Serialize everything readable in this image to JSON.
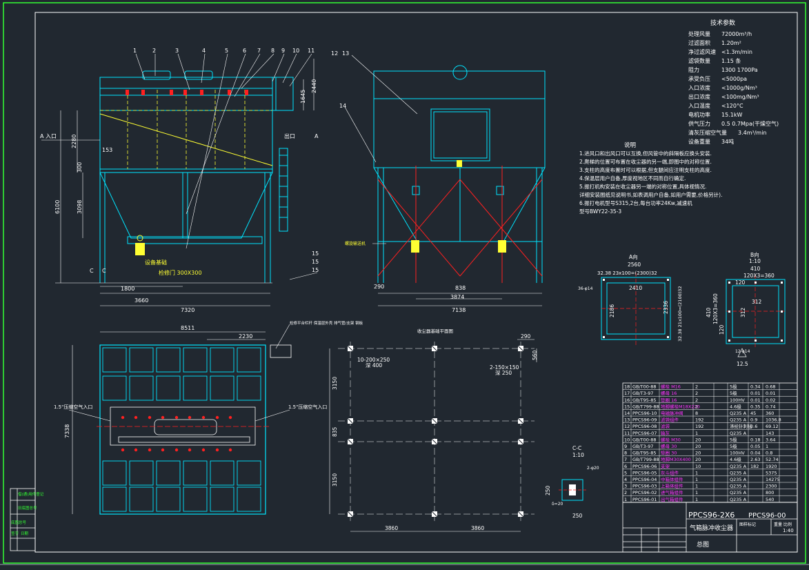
{
  "colors": {
    "background": "#212830",
    "frame": "#33ff33",
    "cyan": "#00e5ff",
    "white": "#ffffff",
    "yellow": "#ffff33",
    "red": "#ff2020",
    "magenta": "#ff33ff"
  },
  "front_view": {
    "callouts": [
      "1",
      "2",
      "3",
      "4",
      "5",
      "6",
      "7",
      "8",
      "9",
      "10",
      "11"
    ],
    "inlet_label": "A 入口",
    "outlet_label": "出口",
    "section_marker": "A",
    "dims": {
      "d2440": "2440",
      "d1645": "1645",
      "d2280": "2280",
      "d153": "153",
      "d300": "300",
      "d6100": "6100",
      "d3098": "3098",
      "d1800": "1800",
      "d3660": "3660",
      "d7320": "7320",
      "d15a": "15",
      "d15b": "15",
      "d15c": "15"
    },
    "cc_left": "C",
    "cc_right": "C",
    "hopper_note": "检修门 300X300",
    "hopper_note2": "设备基础"
  },
  "side_view": {
    "callouts": [
      "12",
      "13",
      "14"
    ],
    "dims": {
      "d290": "290",
      "d838": "838",
      "d3874": "3874",
      "d7138": "7138"
    },
    "left_label": "螺旋输送机"
  },
  "tech": {
    "title": "技术参数",
    "rows": [
      {
        "k": "处理风量",
        "v": "72000m³/h"
      },
      {
        "k": "过滤面积",
        "v": "1.20m²"
      },
      {
        "k": "净过滤风速",
        "v": "<1.3m/min"
      },
      {
        "k": "滤袋数量",
        "v": "1.15 条"
      },
      {
        "k": "阻力",
        "v": "1300 1700Pa"
      },
      {
        "k": "承受负压",
        "v": "<5000pa"
      },
      {
        "k": "入口浓度",
        "v": "<1000g/Nm³"
      },
      {
        "k": "出口浓度",
        "v": "<100mg/Nm³"
      },
      {
        "k": "入口温度",
        "v": "<120°C"
      },
      {
        "k": "电机功率",
        "v": "15.1kW"
      },
      {
        "k": "供气压力",
        "v": "0.5 0.7Mpa(干燥空气)"
      },
      {
        "k": "清灰压缩空气量",
        "v": "3.4m³/min"
      },
      {
        "k": "设备重量",
        "v": "34吨"
      }
    ]
  },
  "notes": {
    "title": "说明",
    "lines": [
      "1.进风口和出风口可以互换,但风管中的斜隔板应换头安装.",
      "2.爬梯的位置可布置在收尘器的另一端,即图中的对称位置.",
      "3.支柱的高度布置时可以根据,但支腿间应注明支柱的高度.",
      "4.保温层用户自备,厚度视地区不同而自行确定.",
      "5.振打机构安装在收尘器另一端的对称位置,具体视情况.",
      "   详细安装图纸见说明书,如表调用户自备,如用户需要,价格另计).",
      "6.振打电机型号S315,2台,每台功率24Kw,减速机",
      "   型号BWY22-35-3"
    ]
  },
  "view_a": {
    "title": "A向",
    "dims": {
      "w2560": "2560",
      "w2410": "2410",
      "pitch": "32.38  23x100=(2300)32",
      "h2186": "2186",
      "h2336": "2336",
      "vpitch": "32.38 21x100=(2100)32",
      "left": "36-φ14"
    }
  },
  "view_b": {
    "title": "B向",
    "scale": "1:10",
    "dims": {
      "w410": "410",
      "pitch": "120X3=360",
      "w120": "120",
      "w312": "312",
      "h410": "410",
      "h312": "312",
      "hpitch": "120X3=360",
      "h120": "120",
      "holes": "12-φ14",
      "rough": "12.5"
    }
  },
  "plan_view": {
    "dims": {
      "d8511": "8511",
      "d2230": "2230",
      "d7338": "7338"
    },
    "air_left": "1.5\"压缩空气入口",
    "air_right": "1.5\"压缩空气入口",
    "top_note": "检修平台栏杆 保温层外壳 排气管/支架 钢板"
  },
  "foundation": {
    "title": "收尘器基础平面图",
    "dims": {
      "d290": "290",
      "d560": "560",
      "d3150a": "3150",
      "d835": "835",
      "d3150b": "3150",
      "d3860a": "3860",
      "d3860b": "3860"
    },
    "bolt1": "10-200×250",
    "bolt1b": "深 400",
    "bolt2": "2-150×150",
    "bolt2b": "深 250"
  },
  "section_cc": {
    "title": "C-C",
    "scale": "1:10",
    "dims": {
      "d250": "250",
      "d250b": "250",
      "d20": "δ=20",
      "holes": "2-φ20"
    }
  },
  "bom": [
    {
      "no": "18",
      "code": "GB/T00-88",
      "name": "螺栓 M16",
      "qty": "2",
      "mat": "5级",
      "w1": "0.34",
      "w2": "0.68"
    },
    {
      "no": "17",
      "code": "GB/T3-97",
      "name": "螺母 16",
      "qty": "2",
      "mat": "5级",
      "w1": "0.01",
      "w2": "0.01"
    },
    {
      "no": "16",
      "code": "GB/T95-85",
      "name": "垫圈 16",
      "qty": "2",
      "mat": "100HV",
      "w1": "0.01",
      "w2": "0.02"
    },
    {
      "no": "15",
      "code": "GB/T799-88",
      "name": "地脚螺栓M18X220",
      "qty": "2",
      "mat": "4.6级",
      "w1": "0.35",
      "w2": "0.74"
    },
    {
      "no": "14",
      "code": "PPCS96-10",
      "name": "电磁脉冲阀",
      "qty": "8",
      "mat": "Q235 A",
      "w1": "45",
      "w2": "360"
    },
    {
      "no": "13",
      "code": "PPCS96-09",
      "name": "滤袋组件",
      "qty": "192",
      "mat": "Q235 A",
      "w1": "0.9",
      "w2": "1036.8"
    },
    {
      "no": "12",
      "code": "PPCS96-08",
      "name": "滤袋",
      "qty": "192",
      "mat": "涤纶针刺毡",
      "w1": "0.6",
      "w2": "69.12"
    },
    {
      "no": "11",
      "code": "PPCS96-07",
      "name": "输灰",
      "qty": "1",
      "mat": "Q235 A",
      "w1": "",
      "w2": "143"
    },
    {
      "no": "10",
      "code": "GB/T00-88",
      "name": "螺栓 M30",
      "qty": "20",
      "mat": "5级",
      "w1": "0.18",
      "w2": "3.64"
    },
    {
      "no": "9",
      "code": "GB/T3-97",
      "name": "螺母 30",
      "qty": "20",
      "mat": "5级",
      "w1": "0.05",
      "w2": "1"
    },
    {
      "no": "8",
      "code": "GB/T95-85",
      "name": "垫圈 30",
      "qty": "20",
      "mat": "100HV",
      "w1": "0.04",
      "w2": "0.8"
    },
    {
      "no": "7",
      "code": "GB/T799-88",
      "name": "地脚M30X400",
      "qty": "20",
      "mat": "4.6级",
      "w1": "2.63",
      "w2": "52.74"
    },
    {
      "no": "6",
      "code": "PPCS96-06",
      "name": "支架",
      "qty": "10",
      "mat": "Q235 A",
      "w1": "182",
      "w2": "1920"
    },
    {
      "no": "5",
      "code": "PPCS96-05",
      "name": "灰斗组件",
      "qty": "1",
      "mat": "Q235 A",
      "w1": "",
      "w2": "5375"
    },
    {
      "no": "4",
      "code": "PPCS96-04",
      "name": "中箱体组件",
      "qty": "1",
      "mat": "Q235 A",
      "w1": "",
      "w2": "14275"
    },
    {
      "no": "3",
      "code": "PPCS96-03",
      "name": "上箱体组件",
      "qty": "1",
      "mat": "Q235 A",
      "w1": "",
      "w2": "2300"
    },
    {
      "no": "2",
      "code": "PPCS96-02",
      "name": "进气箱组件",
      "qty": "1",
      "mat": "Q235 A",
      "w1": "",
      "w2": "800"
    },
    {
      "no": "1",
      "code": "PPCS96-01",
      "name": "出气箱组件",
      "qty": "1",
      "mat": "Q235 A",
      "w1": "",
      "w2": "540"
    }
  ],
  "title_block": {
    "model": "PPCS96-2X6",
    "drawing_no": "PPCS96-00",
    "name": "气箱脉冲收尘器",
    "sheet": "总图",
    "scale": "1:40",
    "weight_label": "重量 比例",
    "stage_label": "图样标记"
  },
  "left_strip": [
    "借(通)用件登记",
    "旧底图总号",
    "底图总号",
    "签字",
    "日期"
  ]
}
